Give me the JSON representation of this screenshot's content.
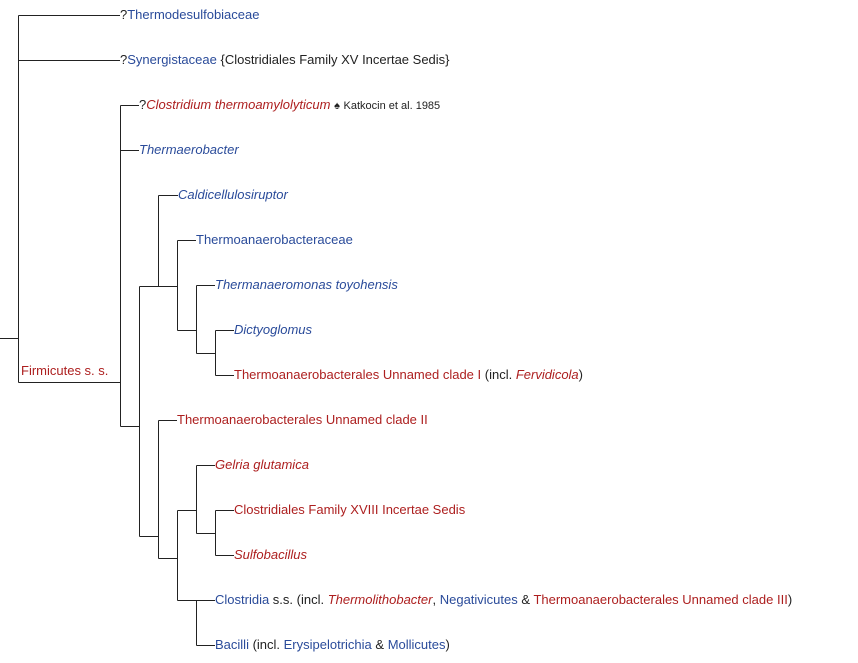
{
  "colors": {
    "line": "#222222",
    "blue": "#2a4b9a",
    "red": "#ad1f1f",
    "text": "#222222"
  },
  "taxa": {
    "thermodesulfobiaceae": {
      "prefix": "?",
      "name": "Thermodesulfobiaceae"
    },
    "synergistaceae": {
      "prefix": "?",
      "name": "Synergistaceae",
      "note": " {Clostridiales Family XV Incertae Sedis}"
    },
    "clostridium_thermo": {
      "prefix": "?",
      "name": "Clostridium thermoamylolyticum",
      "symbol": "♠",
      "citation": "Katkocin et al. 1985"
    },
    "thermaerobacter": {
      "name": "Thermaerobacter"
    },
    "caldicellulosiruptor": {
      "name": "Caldicellulosiruptor"
    },
    "thermoanaerobacteraceae": {
      "name": "Thermoanaerobacteraceae"
    },
    "thermanaeromonas": {
      "name": "Thermanaeromonas toyohensis"
    },
    "dictyoglomus": {
      "name": "Dictyoglomus"
    },
    "clade_one": {
      "name": "Thermoanaerobacterales Unnamed clade I",
      "incl_open": " (incl. ",
      "incl_name": "Fervidicola",
      "incl_close": ")"
    },
    "clade_two": {
      "name": "Thermoanaerobacterales Unnamed clade II"
    },
    "gelria": {
      "name": "Gelria glutamica"
    },
    "family_xviii": {
      "name": "Clostridiales Family XVIII Incertae Sedis"
    },
    "sulfobacillus": {
      "name": "Sulfobacillus"
    },
    "clostridia": {
      "name": "Clostridia",
      "ss": " s.s. (incl. ",
      "inc1": "Thermolithobacter",
      "sep1": ", ",
      "inc2": "Negativicutes",
      "sep2": " & ",
      "inc3": "Thermoanaerobacterales Unnamed clade III",
      "close": ")"
    },
    "bacilli": {
      "name": "Bacilli",
      "incl_open": " (incl. ",
      "inc1": "Erysipelotrichia",
      "sep": " & ",
      "inc2": "Mollicutes",
      "close": ")"
    }
  },
  "clades": {
    "firmicutes": "Firmicutes s. s."
  }
}
